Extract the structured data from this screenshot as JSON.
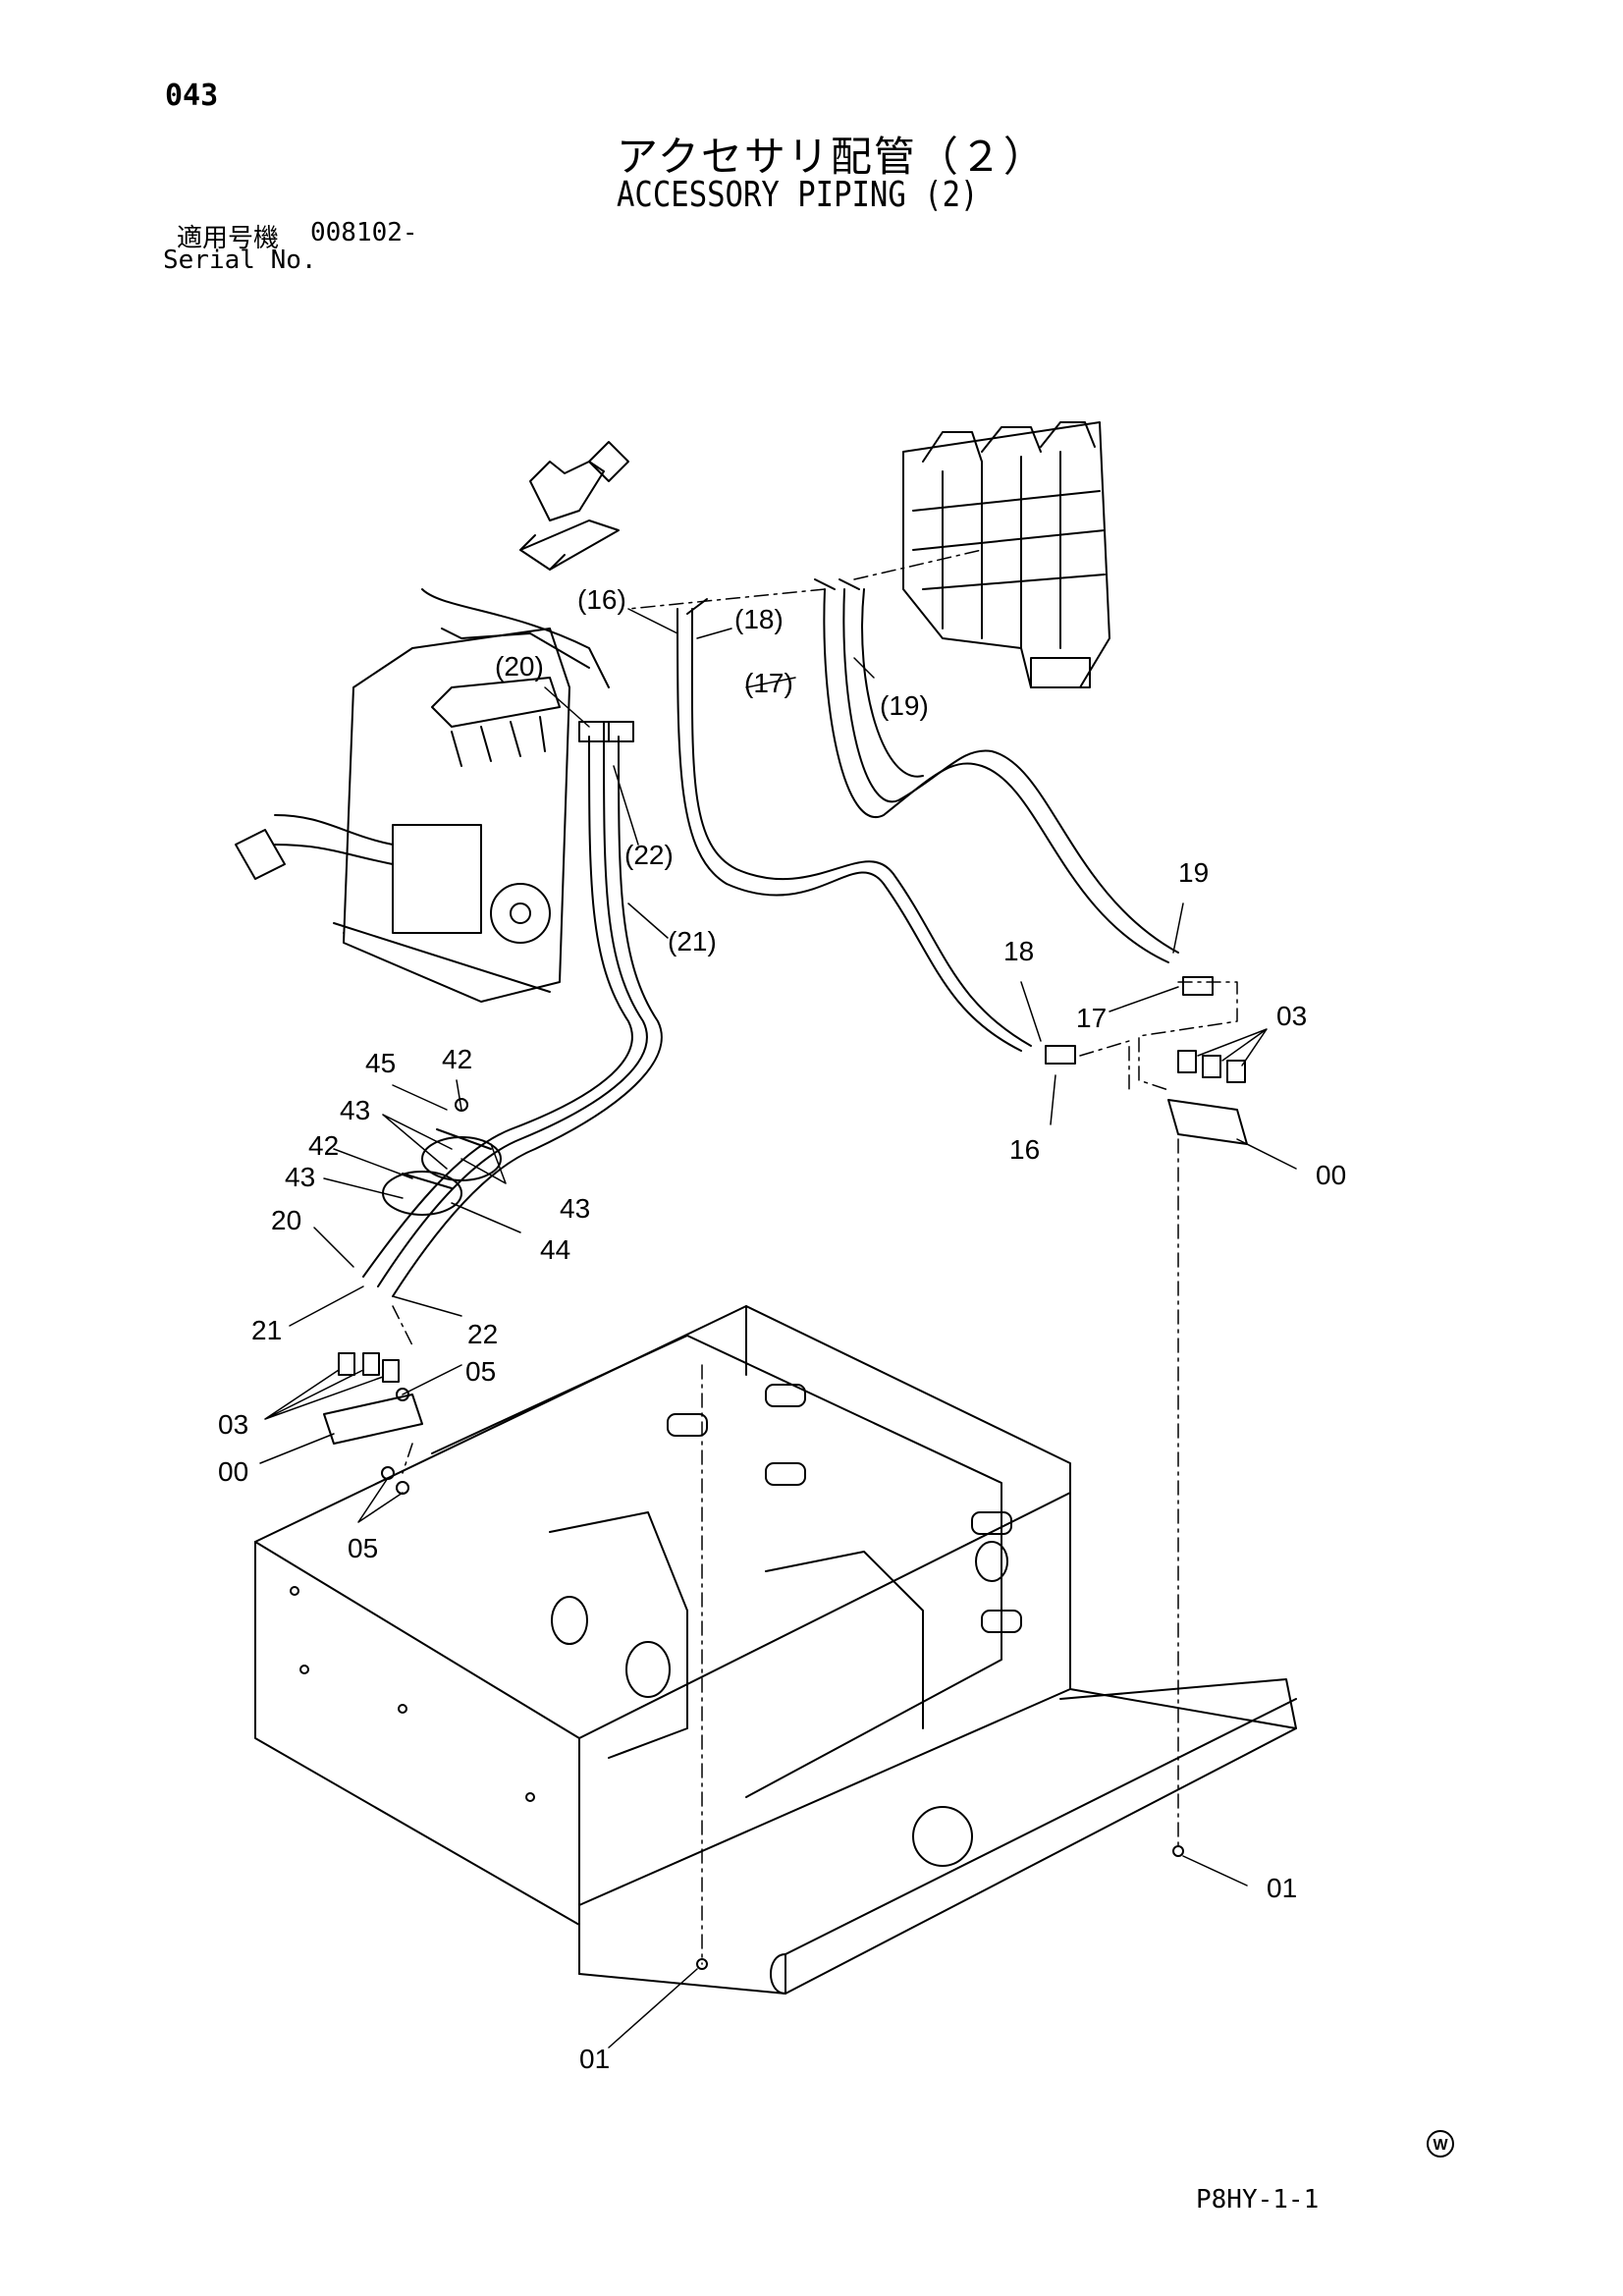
{
  "page_number": "043",
  "title_jp": "アクセサリ配管（２）",
  "title_en": "ACCESSORY PIPING (2)",
  "serial": {
    "label_jp": "適用号機",
    "value": "008102-",
    "label_en": "Serial No."
  },
  "drawing_code": "P8HY-1-1",
  "mark_letter": "W",
  "labels": {
    "p16b": "(16)",
    "p18b": "(18)",
    "p17b": "(17)",
    "p19b": "(19)",
    "p20b": "(20)",
    "p22b": "(22)",
    "p21b": "(21)",
    "p19": "19",
    "p18": "18",
    "p17": "17",
    "p03a": "03",
    "p16": "16",
    "p00a": "00",
    "p45": "45",
    "p42a": "42",
    "p43a": "43",
    "p42b": "42",
    "p43b": "43",
    "p43c": "43",
    "p44": "44",
    "p20": "20",
    "p21": "21",
    "p22": "22",
    "p05a": "05",
    "p03b": "03",
    "p00b": "00",
    "p05b": "05",
    "p01a": "01",
    "p01b": "01"
  }
}
